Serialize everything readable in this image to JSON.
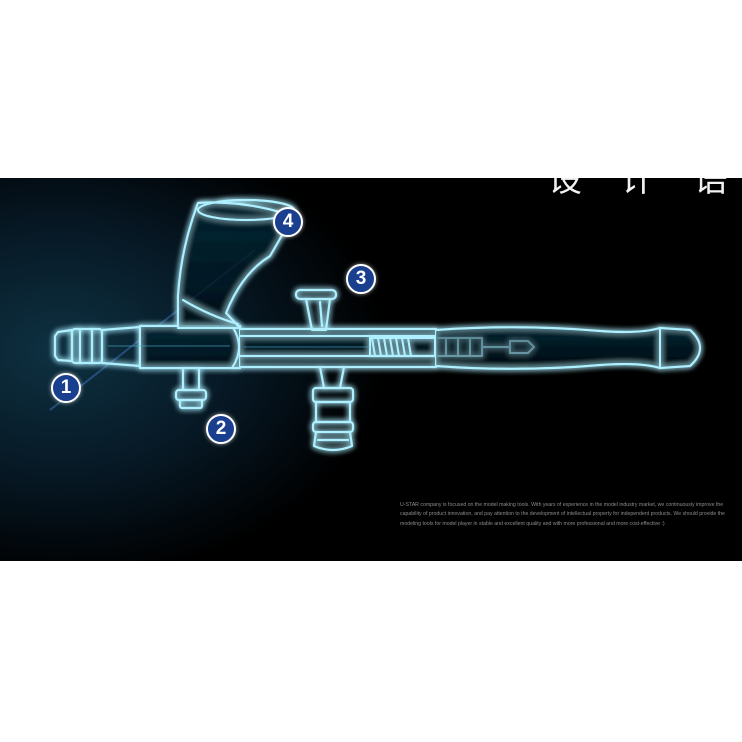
{
  "banner": {
    "heading_cn": "设 计 语 言",
    "description": "U-STAR company is focused on the model making tools. With years of experience in the model industry market, we continuously improve the capability of product innovation, and pay attention to the development of intellectual property for independent products. We should provide the modeling tools for model player in stable and excellent quality and with more professional and more cost-effective :)"
  },
  "callouts": [
    {
      "number": "1"
    },
    {
      "number": "2"
    },
    {
      "number": "3"
    },
    {
      "number": "4"
    }
  ],
  "colors": {
    "outline_glow": "#aef0ff",
    "badge_fill": "#1a3f8f",
    "background": "#000000"
  }
}
